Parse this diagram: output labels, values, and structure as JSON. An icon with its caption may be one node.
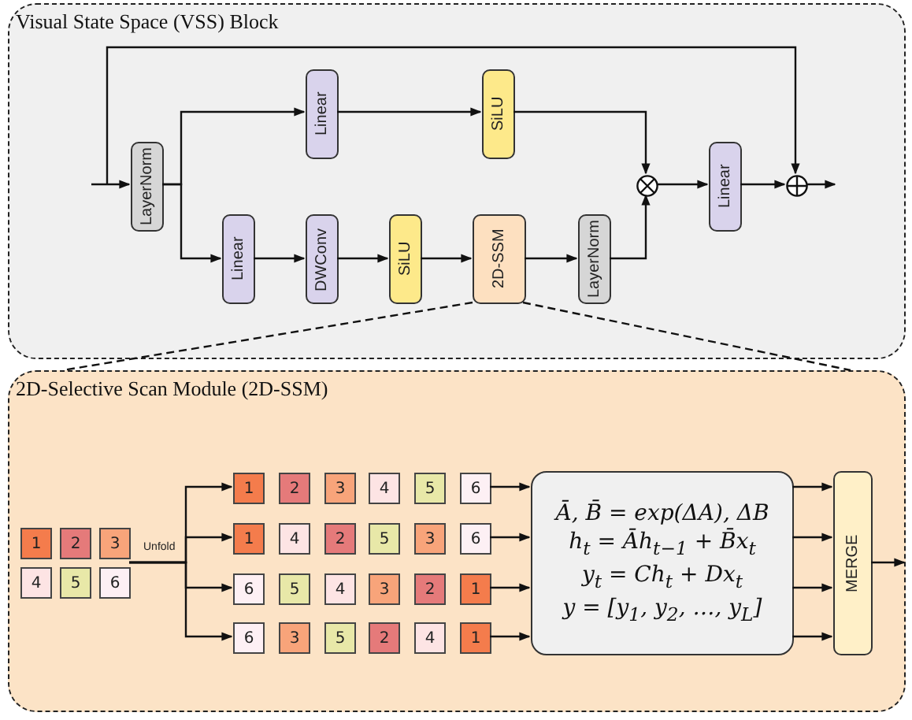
{
  "diagram": {
    "nodes": [
      {
        "text": [
          "Visual State Space (VSS) Block"
        ]
      },
      {
        "text": [
          "LayerNorm"
        ],
        "in": 0
      },
      {
        "text": [
          "Linear"
        ],
        "in": 0
      },
      {
        "text": [
          "SiLU"
        ],
        "in": 0
      },
      {
        "text": [
          "Linear"
        ],
        "in": 0
      },
      {
        "text": [
          "DWConv"
        ],
        "in": 0
      },
      {
        "text": [
          "SiLU"
        ],
        "in": 0
      },
      {
        "text": [
          "2D-SSM"
        ],
        "in": 0
      },
      {
        "text": [
          "LayerNorm"
        ],
        "in": 0
      },
      {
        "text": [],
        "shape": "circle",
        "in": 0
      },
      {
        "text": [
          "Linear"
        ],
        "in": 0
      },
      {
        "text": [],
        "shape": "circle",
        "in": 0
      },
      {
        "text": [
          "2D-Selective Scan Module (2D-SSM)"
        ]
      },
      {
        "text": [
          "1"
        ],
        "in": 12
      },
      {
        "text": [
          "2"
        ],
        "in": 12
      },
      {
        "text": [
          "3"
        ],
        "in": 12
      },
      {
        "text": [
          "4"
        ],
        "in": 12
      },
      {
        "text": [
          "5"
        ],
        "in": 12
      },
      {
        "text": [
          "6"
        ],
        "in": 12
      },
      {
        "text": [
          "1"
        ],
        "in": 12
      },
      {
        "text": [
          "2"
        ],
        "in": 12
      },
      {
        "text": [
          "3"
        ],
        "in": 12
      },
      {
        "text": [
          "4"
        ],
        "in": 12
      },
      {
        "text": [
          "5"
        ],
        "in": 12
      },
      {
        "text": [
          "6"
        ],
        "in": 12
      },
      {
        "text": [
          "1"
        ],
        "in": 12
      },
      {
        "text": [
          "4"
        ],
        "in": 12
      },
      {
        "text": [
          "2"
        ],
        "in": 12
      },
      {
        "text": [
          "5"
        ],
        "in": 12
      },
      {
        "text": [
          "3"
        ],
        "in": 12
      },
      {
        "text": [
          "6"
        ],
        "in": 12
      },
      {
        "text": [
          "6"
        ],
        "in": 12
      },
      {
        "text": [
          "5"
        ],
        "in": 12
      },
      {
        "text": [
          "4"
        ],
        "in": 12
      },
      {
        "text": [
          "3"
        ],
        "in": 12
      },
      {
        "text": [
          "2"
        ],
        "in": 12
      },
      {
        "text": [
          "1"
        ],
        "in": 12
      },
      {
        "text": [
          "6"
        ],
        "in": 12
      },
      {
        "text": [
          "3"
        ],
        "in": 12
      },
      {
        "text": [
          "5"
        ],
        "in": 12
      },
      {
        "text": [
          "2"
        ],
        "in": 12
      },
      {
        "text": [
          "4"
        ],
        "in": 12
      },
      {
        "text": [
          "1"
        ],
        "in": 12
      },
      {
        "text": [
          "Ā, B̄ = exp(ΔA), ΔB",
          "h$_{t}$ = Āh$_{t−1}$ + B̄x$_{t}$",
          "y$_{t}$ = Ch$_{t}$ + Dx$_{t}$",
          "y = [y$_{1}$, y$_{2}$, …, y$_{L}$]"
        ],
        "in": 12
      },
      {
        "text": [
          "MERGE"
        ],
        "in": 12
      }
    ],
    "edges": [
      {
        "from": null,
        "to": 1,
        "arrow": "to"
      },
      {
        "from": null,
        "to": 11,
        "arrow": "to"
      },
      {
        "from": 1,
        "to": 2,
        "arrow": "to"
      },
      {
        "from": 1,
        "to": 4,
        "arrow": "to"
      },
      {
        "from": 2,
        "to": 3,
        "arrow": "to"
      },
      {
        "from": 3,
        "to": 9,
        "arrow": "to"
      },
      {
        "from": 4,
        "to": 5,
        "arrow": "to"
      },
      {
        "from": 5,
        "to": 6,
        "arrow": "to"
      },
      {
        "from": 6,
        "to": 7,
        "arrow": "to"
      },
      {
        "from": 7,
        "to": 8,
        "arrow": "to"
      },
      {
        "from": 8,
        "to": 9,
        "arrow": "to"
      },
      {
        "from": 9,
        "to": 10,
        "arrow": "to"
      },
      {
        "from": 10,
        "to": 11,
        "arrow": "to"
      },
      {
        "from": 11,
        "to": null,
        "arrow": "to"
      },
      {
        "from": 15,
        "to": 19,
        "arrow": "to",
        "label": "Unfold"
      },
      {
        "from": 15,
        "to": 25,
        "arrow": "to"
      },
      {
        "from": 15,
        "to": 31,
        "arrow": "to"
      },
      {
        "from": 15,
        "to": 37,
        "arrow": "to"
      },
      {
        "from": 24,
        "to": 43,
        "arrow": "to"
      },
      {
        "from": 30,
        "to": 43,
        "arrow": "to"
      },
      {
        "from": 36,
        "to": 43,
        "arrow": "to"
      },
      {
        "from": 42,
        "to": 43,
        "arrow": "to"
      },
      {
        "from": 43,
        "to": 44,
        "arrow": "to"
      },
      {
        "from": 43,
        "to": 44,
        "arrow": "to"
      },
      {
        "from": 43,
        "to": 44,
        "arrow": "to"
      },
      {
        "from": 43,
        "to": 44,
        "arrow": "to"
      },
      {
        "from": 44,
        "to": null,
        "arrow": "to"
      },
      {
        "from": 7,
        "to": 12,
        "arrow": "none",
        "style": "dashed"
      },
      {
        "from": 7,
        "to": 12,
        "arrow": "none",
        "style": "dashed"
      }
    ]
  }
}
